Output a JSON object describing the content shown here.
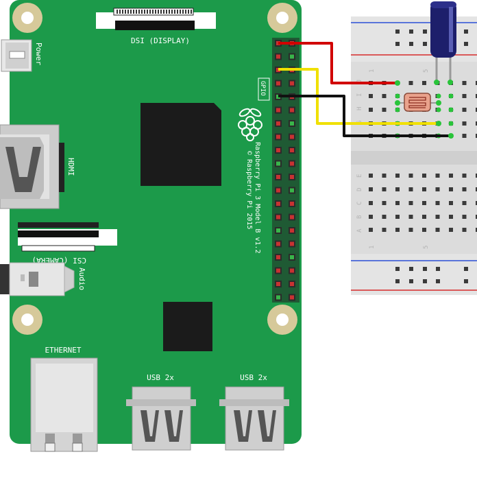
{
  "board": {
    "label_dsi": "DSI (DISPLAY)",
    "label_power": "Power",
    "label_hdmi": "HDMI",
    "label_csi": "CSI (CAMERA)",
    "label_audio": "Audio",
    "label_gpio": "GPIO",
    "label_ethernet": "ETHERNET",
    "label_usb_1": "USB 2x",
    "label_usb_2": "USB 2x",
    "model_line1": "Raspberry Pi 3 Model B v1.2",
    "model_line2": "© Raspberry Pi 2015",
    "board_color": "#1c9a4a",
    "logo_name": "raspberry-logo"
  },
  "breadboard": {
    "row_letters_top": [
      "J",
      "I",
      "H",
      "G",
      "F"
    ],
    "row_letters_bottom": [
      "E",
      "D",
      "C",
      "B",
      "A"
    ],
    "col_numbers": [
      "1",
      "5"
    ]
  },
  "components": {
    "capacitor": "electrolytic capacitor",
    "sensor": "photoresistor (LDR)"
  },
  "wires": [
    {
      "color": "#d10000"
    },
    {
      "color": "#f0e000"
    },
    {
      "color": "#111111"
    }
  ]
}
